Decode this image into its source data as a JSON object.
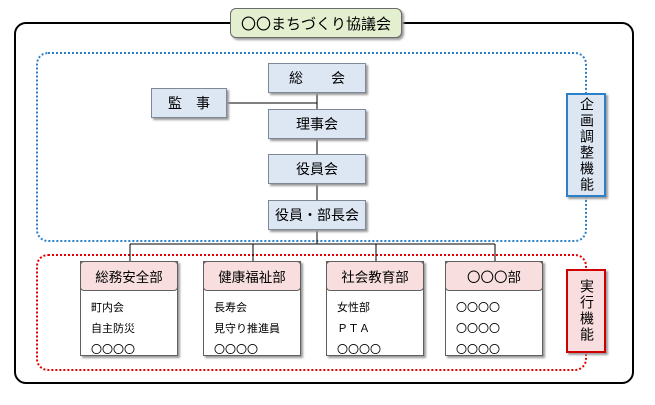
{
  "title": "〇〇まちづくり協議会",
  "nodes": {
    "general_assembly": "総　　会",
    "auditor": "監　事",
    "board": "理事会",
    "officers": "役員会",
    "officers_heads": "役員・部長会"
  },
  "side_labels": {
    "planning": "企画調整機能",
    "execution": "実行機能"
  },
  "departments": [
    {
      "name": "総務安全部",
      "items": [
        "町内会",
        "自主防災",
        "〇〇〇〇"
      ]
    },
    {
      "name": "健康福祉部",
      "items": [
        "長寿会",
        "見守り推進員",
        "〇〇〇〇"
      ]
    },
    {
      "name": "社会教育部",
      "items": [
        "女性部",
        "ＰＴＡ",
        "〇〇〇〇"
      ]
    },
    {
      "name": "〇〇〇部",
      "items": [
        "〇〇〇〇",
        "〇〇〇〇",
        "〇〇〇〇"
      ]
    }
  ],
  "colors": {
    "planning_border": "#2c7fc9",
    "execution_border": "#e00000",
    "node_fill": "#dde6f3",
    "dept_head_fill": "#f8dede",
    "title_fill": "#e4efd0"
  }
}
